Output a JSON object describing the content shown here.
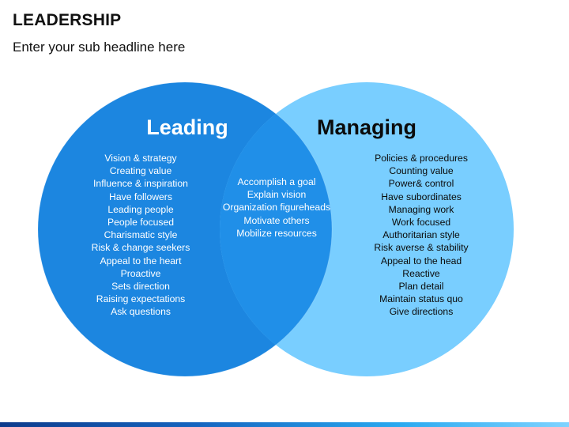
{
  "slide": {
    "title": "LEADERSHIP",
    "subtitle": "Enter your sub headline here"
  },
  "colors": {
    "left_circle": "#1c86e0",
    "right_circle": "#79ceff",
    "overlap": "#208fe8",
    "footer_dark": "#0d3b8c",
    "footer_light": "#7fd3ff"
  },
  "venn": {
    "left": {
      "heading": "Leading",
      "items": [
        "Vision & strategy",
        "Creating value",
        "Influence & inspiration",
        "Have followers",
        "Leading people",
        "People focused",
        "Charismatic style",
        "Risk & change seekers",
        "Appeal to the heart",
        "Proactive",
        "Sets direction",
        "Raising expectations",
        "Ask questions"
      ]
    },
    "overlap": {
      "items": [
        "Accomplish a goal",
        "Explain vision",
        "Organization figureheads",
        "Motivate others",
        "Mobilize resources"
      ]
    },
    "right": {
      "heading": "Managing",
      "items": [
        "Policies & procedures",
        "Counting value",
        "Power& control",
        "Have subordinates",
        "Managing work",
        "Work focused",
        "Authoritarian style",
        "Risk averse & stability",
        "Appeal to the head",
        "Reactive",
        "Plan detail",
        "Maintain status quo",
        "Give directions"
      ]
    }
  }
}
